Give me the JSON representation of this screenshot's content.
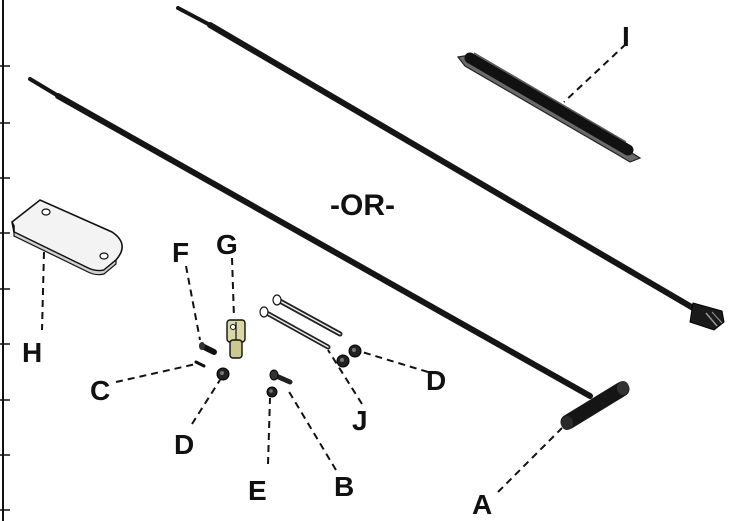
{
  "diagram": {
    "separator_text": "-OR-",
    "callouts": {
      "A": "A",
      "B": "B",
      "C": "C",
      "D_right": "D",
      "D_left": "D",
      "E": "E",
      "F": "F",
      "G": "G",
      "H": "H",
      "I": "I",
      "J": "J"
    }
  }
}
